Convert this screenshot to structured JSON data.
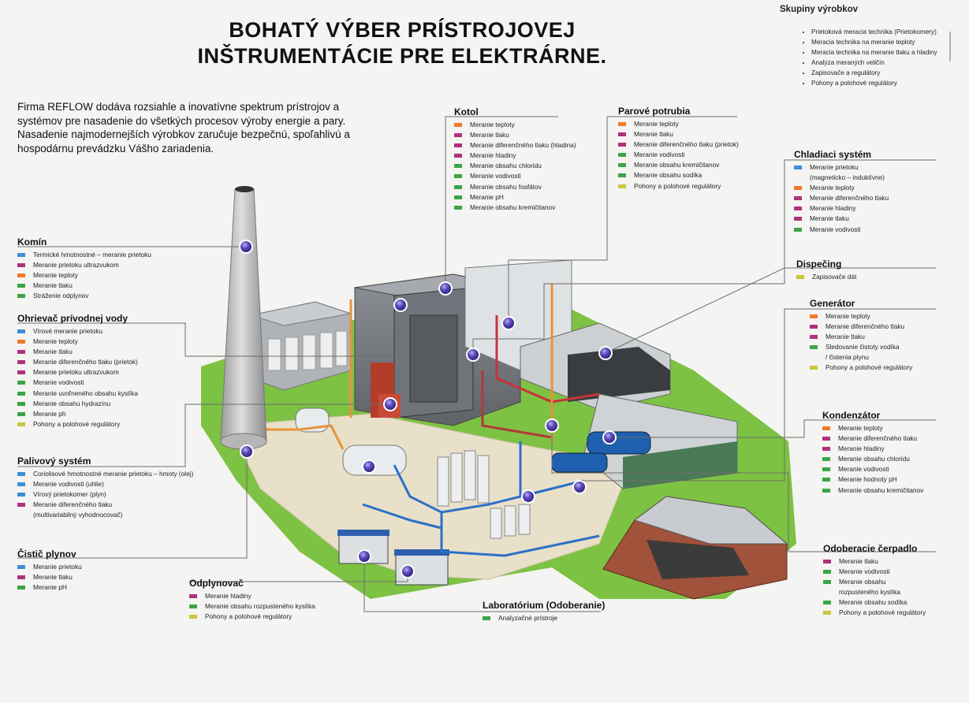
{
  "title_line1": "BOHATÝ VÝBER PRÍSTROJOVEJ",
  "title_line2": "INŠTRUMENTÁCIE PRE ELEKTRÁRNE.",
  "intro": "Firma REFLOW dodáva rozsiahle a inovatívne spektrum prístrojov a systémov pre nasadenie do všetkých procesov výroby energie a pary. Nasadenie najmodernejších výrobkov zaručuje bezpečnú, spoľahlivú a hospodárnu prevádzku Vášho zariadenia.",
  "colors": {
    "blue": "#3b8fd8",
    "orange": "#ef7a2c",
    "magenta": "#b0307e",
    "green": "#3aa547",
    "yellow": "#c8c83a",
    "lawn": "#7dc243",
    "floor": "#e8e0c8",
    "marker": "#4b3aa0"
  },
  "legend": {
    "title": "Skupiny výrobkov",
    "items": [
      {
        "color": "blue",
        "label": "Prietoková meracia technika (Prietokomery)"
      },
      {
        "color": "orange",
        "label": "Meracia technika na meranie teploty"
      },
      {
        "color": "magenta",
        "label": "Meracia technika na meranie tlaku a hladiny"
      },
      {
        "color": "green",
        "label": "Analýza meraných veličín"
      },
      {
        "color": "yellow",
        "label": "Zapisovače a regulátory"
      },
      {
        "color": "yellow",
        "label": "Pohony a polohové regulátory"
      }
    ]
  },
  "groups": {
    "komin": {
      "title": "Komín",
      "items": [
        {
          "color": "blue",
          "label": "Termické hmotnostné – meranie prietoku"
        },
        {
          "color": "magenta",
          "label": "Meranie prietoku ultrazvukom"
        },
        {
          "color": "orange",
          "label": "Meranie teploty"
        },
        {
          "color": "green",
          "label": "Meranie tlaku"
        },
        {
          "color": "green",
          "label": "Stráženie odplynov"
        }
      ]
    },
    "ohrievac": {
      "title": "Ohrievač prívodnej vody",
      "items": [
        {
          "color": "blue",
          "label": "Vírové meranie prietoku"
        },
        {
          "color": "orange",
          "label": "Meranie teploty"
        },
        {
          "color": "magenta",
          "label": "Meranie tlaku"
        },
        {
          "color": "magenta",
          "label": "Meranie diferenčného tlaku (prietok)"
        },
        {
          "color": "magenta",
          "label": "Meranie prietoku ultrazvukom"
        },
        {
          "color": "green",
          "label": "Meranie vodivosti"
        },
        {
          "color": "green",
          "label": "Meranie uvoľneného obsahu kyslíka"
        },
        {
          "color": "green",
          "label": "Meranie obsahu hydrazínu"
        },
        {
          "color": "green",
          "label": "Meranie ph"
        },
        {
          "color": "yellow",
          "label": "Pohony a polohové regulátory"
        }
      ]
    },
    "palivovy": {
      "title": "Palivový systém",
      "items": [
        {
          "color": "blue",
          "label": "Coriolisové hmotnostné meranie prietoku – hmoty (olej)"
        },
        {
          "color": "blue",
          "label": "Meranie vodivosti (uhlie)"
        },
        {
          "color": "blue",
          "label": "Vírový prietokomer (plyn)"
        },
        {
          "color": "magenta",
          "label": "Meranie diferenčného tlaku"
        },
        {
          "color": "",
          "label": "(multivariabilný vyhodnocovač)"
        }
      ]
    },
    "cistic": {
      "title": "Čistič plynov",
      "items": [
        {
          "color": "blue",
          "label": "Meranie prietoku"
        },
        {
          "color": "magenta",
          "label": "Meranie tlaku"
        },
        {
          "color": "green",
          "label": "Meranie pH"
        }
      ]
    },
    "odplynovac": {
      "title": "Odplynovač",
      "items": [
        {
          "color": "magenta",
          "label": "Meranie hladiny"
        },
        {
          "color": "green",
          "label": "Meranie obsahu rozpusteného kyslíka"
        },
        {
          "color": "yellow",
          "label": "Pohony a polohové regulátory"
        }
      ]
    },
    "laboratorium": {
      "title": "Laboratórium (Odoberanie)",
      "items": [
        {
          "color": "green",
          "label": "Analyzačné prístroje"
        }
      ]
    },
    "kotol": {
      "title": "Kotol",
      "items": [
        {
          "color": "orange",
          "label": "Meranie teploty"
        },
        {
          "color": "magenta",
          "label": "Meranie tlaku"
        },
        {
          "color": "magenta",
          "label": "Meranie diferenčného tlaku (hladina)"
        },
        {
          "color": "magenta",
          "label": "Meranie hladiny"
        },
        {
          "color": "green",
          "label": "Meranie obsahu chloridu"
        },
        {
          "color": "green",
          "label": "Meranie vodivosti"
        },
        {
          "color": "green",
          "label": "Meranie obsahu fosfátov"
        },
        {
          "color": "green",
          "label": "Meranie pH"
        },
        {
          "color": "green",
          "label": "Meranie obsahu kremičitanov"
        }
      ]
    },
    "parove": {
      "title": "Parové potrubia",
      "items": [
        {
          "color": "orange",
          "label": "Meranie teploty"
        },
        {
          "color": "magenta",
          "label": "Meranie tlaku"
        },
        {
          "color": "magenta",
          "label": "Meranie diferenčného tlaku (prietok)"
        },
        {
          "color": "green",
          "label": "Meranie vodivosti"
        },
        {
          "color": "green",
          "label": "Meranie obsahu kremičitanov"
        },
        {
          "color": "green",
          "label": "Meranie obsahu sodíka"
        },
        {
          "color": "yellow",
          "label": "Pohony a polohové regulátory"
        }
      ]
    },
    "chladiaci": {
      "title": "Chladiaci systém",
      "items": [
        {
          "color": "blue",
          "label": "Meranie prietoku"
        },
        {
          "color": "",
          "label": "(magneticko – induktívne)"
        },
        {
          "color": "orange",
          "label": "Meranie teploty"
        },
        {
          "color": "magenta",
          "label": "Meranie diferenčného tlaku"
        },
        {
          "color": "magenta",
          "label": "Meranie hladiny"
        },
        {
          "color": "magenta",
          "label": "Meranie tlaku"
        },
        {
          "color": "green",
          "label": "Meranie vodivosti"
        }
      ]
    },
    "dispecing": {
      "title": "Dispečing",
      "items": [
        {
          "color": "yellow",
          "label": "Zapisovače dát"
        }
      ]
    },
    "generator": {
      "title": "Generátor",
      "items": [
        {
          "color": "orange",
          "label": "Meranie teploty"
        },
        {
          "color": "magenta",
          "label": "Meranie diferenčného tlaku"
        },
        {
          "color": "magenta",
          "label": "Meranie tlaku"
        },
        {
          "color": "green",
          "label": "Sledovanie čistoty vodíka"
        },
        {
          "color": "",
          "label": "/ čistenia plynu"
        },
        {
          "color": "yellow",
          "label": "Pohony a polohové regulátory"
        }
      ]
    },
    "kondenzator": {
      "title": "Kondenzátor",
      "items": [
        {
          "color": "orange",
          "label": "Meranie teploty"
        },
        {
          "color": "magenta",
          "label": "Meranie diferenčného tlaku"
        },
        {
          "color": "magenta",
          "label": "Meranie hladiny"
        },
        {
          "color": "green",
          "label": "Meranie obsahu chloridu"
        },
        {
          "color": "green",
          "label": "Meranie vodivosti"
        },
        {
          "color": "green",
          "label": "Meranie hodnoty pH"
        },
        {
          "color": "green",
          "label": "Meranie obsahu kremičitanov"
        }
      ]
    },
    "odoberacie": {
      "title": "Odoberacie čerpadlo",
      "items": [
        {
          "color": "magenta",
          "label": "Meranie tlaku"
        },
        {
          "color": "green",
          "label": "Meranie vodivosti"
        },
        {
          "color": "green",
          "label": "Meranie obsahu"
        },
        {
          "color": "",
          "label": "rozpusteného kyslíka"
        },
        {
          "color": "green",
          "label": "Meranie obsahu sodíka"
        },
        {
          "color": "yellow",
          "label": "Pohony a polohové regulátory"
        }
      ]
    }
  }
}
